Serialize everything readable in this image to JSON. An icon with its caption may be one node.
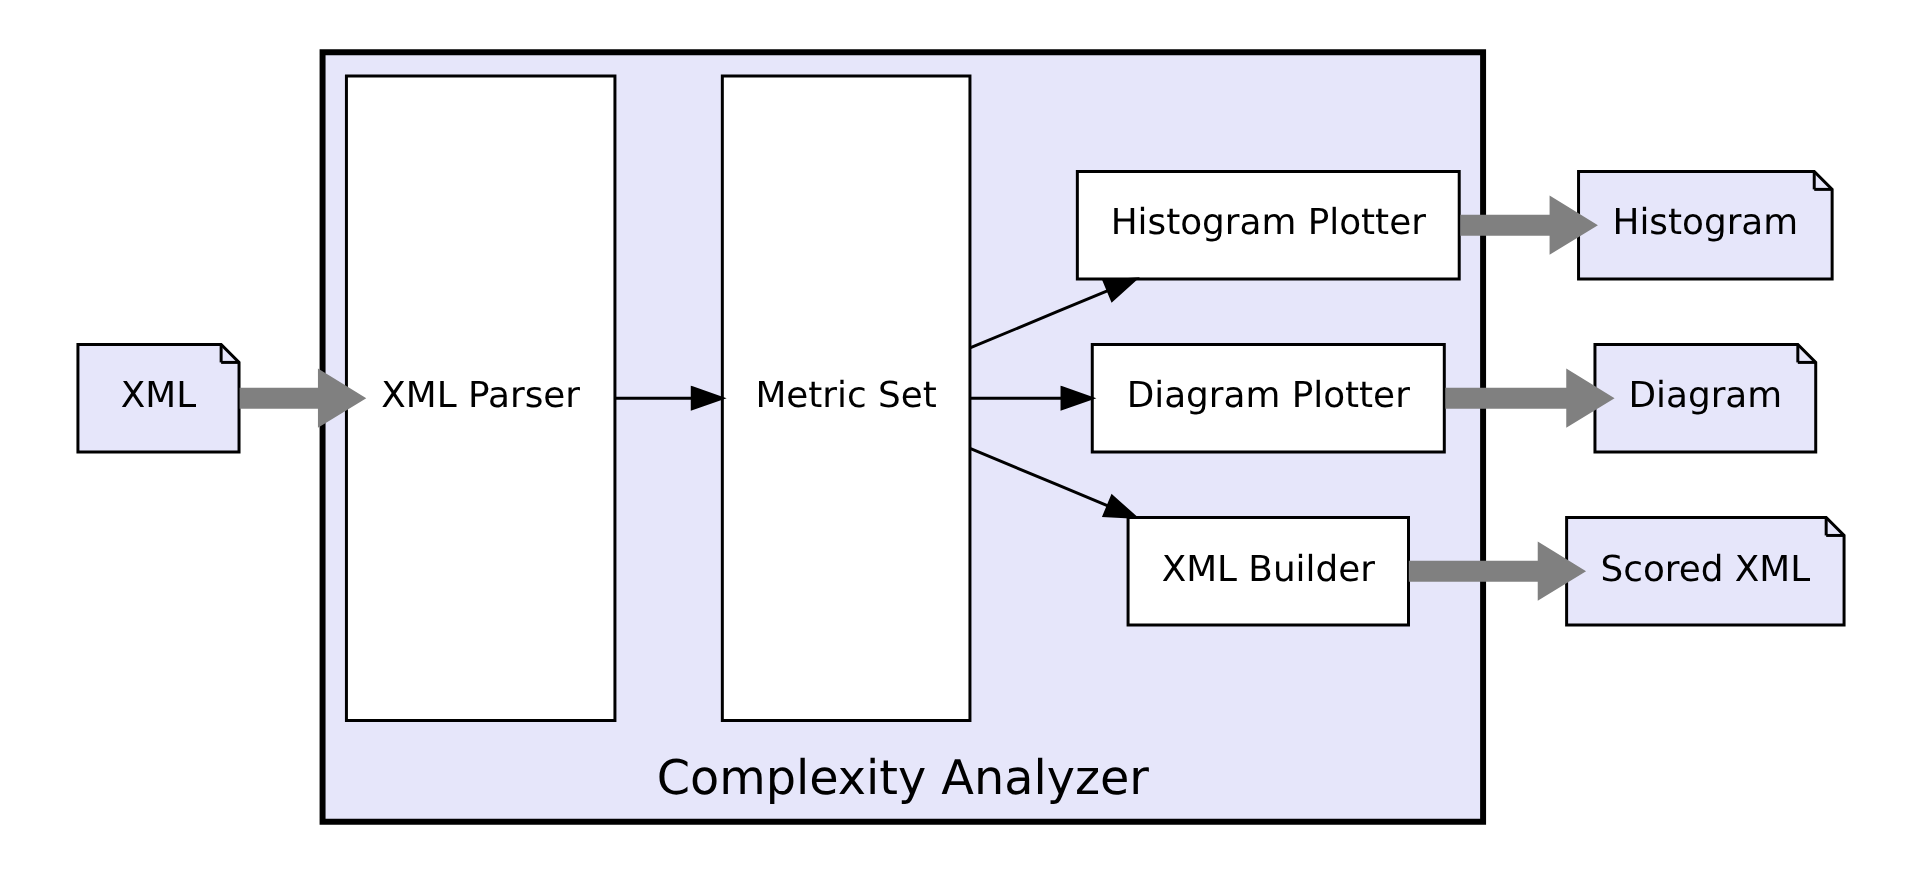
{
  "diagram": {
    "nodes": [
      {
        "text": [
          "Complexity Analyzer"
        ]
      },
      {
        "text": [
          "XML"
        ]
      },
      {
        "text": [
          "XML Parser"
        ],
        "in": 0
      },
      {
        "text": [
          "Metric Set"
        ],
        "in": 0
      },
      {
        "text": [
          "Histogram Plotter"
        ],
        "in": 0
      },
      {
        "text": [
          "Diagram Plotter"
        ],
        "in": 0
      },
      {
        "text": [
          "XML Builder"
        ],
        "in": 0
      },
      {
        "text": [
          "Histogram"
        ]
      },
      {
        "text": [
          "Diagram"
        ]
      },
      {
        "text": [
          "Scored XML"
        ]
      }
    ],
    "edges": [
      {
        "from": 1,
        "to": 2,
        "arrow": "to",
        "style": "thick",
        "color": "#808080"
      },
      {
        "from": 2,
        "to": 3,
        "arrow": "to",
        "color": "#000000"
      },
      {
        "from": 3,
        "to": 4,
        "arrow": "to",
        "color": "#000000"
      },
      {
        "from": 3,
        "to": 5,
        "arrow": "to",
        "color": "#000000"
      },
      {
        "from": 3,
        "to": 6,
        "arrow": "to",
        "color": "#000000"
      },
      {
        "from": 4,
        "to": 7,
        "arrow": "to",
        "style": "thick",
        "color": "#808080"
      },
      {
        "from": 5,
        "to": 8,
        "arrow": "to",
        "style": "thick",
        "color": "#808080"
      },
      {
        "from": 6,
        "to": 9,
        "arrow": "to",
        "style": "thick",
        "color": "#808080"
      }
    ]
  }
}
